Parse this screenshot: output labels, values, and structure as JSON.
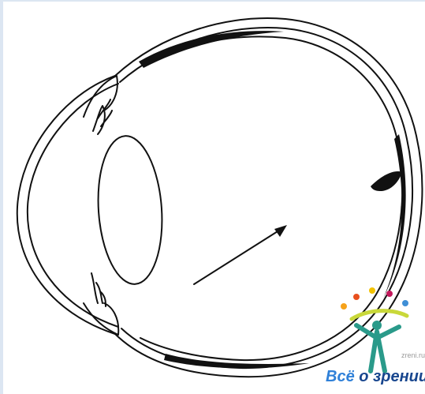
{
  "watermark": {
    "site_small": "zreni.ru",
    "title_part1": "Всё",
    "title_part2": " о зрении"
  },
  "colors": {
    "line": "#111111",
    "logo_text_light": "#2f80d8",
    "logo_text_dark": "#18468e",
    "logo_figure": "#2a9a8a",
    "logo_arc": "#c9d83a",
    "logo_dots": [
      "#f6a21a",
      "#e8501e",
      "#f2c200",
      "#c2185b",
      "#3f8fd6"
    ]
  }
}
